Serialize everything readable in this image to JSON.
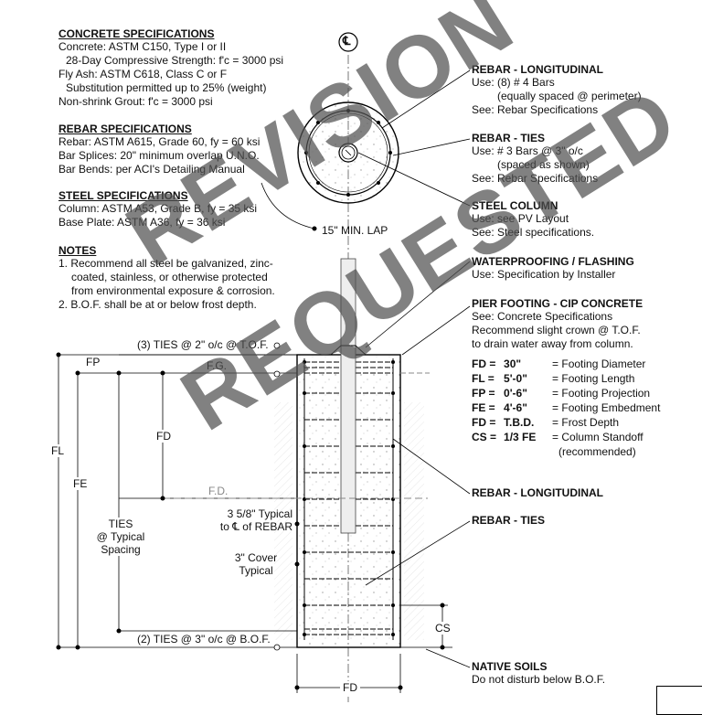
{
  "specs": {
    "concrete": {
      "heading": "CONCRETE SPECIFICATIONS",
      "lines": [
        "Concrete: ASTM C150, Type I or II",
        "28-Day Compressive Strength: f'c = 3000 psi",
        "Fly Ash: ASTM C618, Class C or F",
        "Substitution permitted up to 25% (weight)",
        "Non-shrink Grout: f'c = 3000 psi"
      ]
    },
    "rebar": {
      "heading": "REBAR SPECIFICATIONS",
      "lines": [
        "Rebar: ASTM A615, Grade 60, fy = 60 ksi",
        "Bar Splices: 20\" minimum overlap U.N.O.",
        "Bar Bends: per ACI's Detailing Manual"
      ]
    },
    "steel": {
      "heading": "STEEL SPECIFICATIONS",
      "lines": [
        "Column: ASTM A53, Grade B, fy = 35 ksi",
        "Base Plate: ASTM A36, fy = 36 ksi"
      ]
    },
    "notes": {
      "heading": "NOTES",
      "lines": [
        "1. Recommend all steel be galvanized, zinc-",
        "coated, stainless, or otherwise protected",
        "from environmental exposure & corrosion.",
        "2. B.O.F. shall be at or below frost depth."
      ]
    }
  },
  "callouts": {
    "rebar_long": {
      "title": "REBAR - LONGITUDINAL",
      "l1": "Use: (8) # 4 Bars",
      "l2": "(equally spaced @ perimeter)",
      "l3": "See: Rebar Specifications"
    },
    "rebar_ties": {
      "title": "REBAR - TIES",
      "l1": "Use: # 3 Bars @ 3\" o/c",
      "l2": "(spaced as shown)",
      "l3": "See: Rebar Specifications"
    },
    "steel_col": {
      "title": "STEEL COLUMN",
      "l1": "Use: see PV Layout",
      "l2": "See: Steel specifications."
    },
    "waterproof": {
      "title": "WATERPROOFING / FLASHING",
      "l1": "Use: Specification by Installer"
    },
    "pier": {
      "title": "PIER FOOTING - CIP CONCRETE",
      "l1": "See: Concrete Specifications",
      "l2": "Recommend slight crown @ T.O.F.",
      "l3": "to drain water away from column."
    },
    "rebar_long_2": "REBAR - LONGITUDINAL",
    "rebar_ties_2": "REBAR - TIES",
    "native": {
      "title": "NATIVE SOILS",
      "l1": "Do not disturb below B.O.F."
    }
  },
  "legend": [
    {
      "key": "FD =",
      "val": "30\"",
      "desc": "= Footing Diameter"
    },
    {
      "key": "FL =",
      "val": "5'-0\"",
      "desc": "= Footing Length"
    },
    {
      "key": "FP =",
      "val": "0'-6\"",
      "desc": "= Footing Projection"
    },
    {
      "key": "FE =",
      "val": "4'-6\"",
      "desc": "= Footing Embedment"
    },
    {
      "key": "FD =",
      "val": "T.B.D.",
      "desc": "= Frost Depth"
    },
    {
      "key": "CS =",
      "val": "1/3 FE",
      "desc": "= Column Standoff"
    },
    {
      "key": "",
      "val": "",
      "desc": "(recommended)"
    }
  ],
  "labels": {
    "centerline": "℄",
    "min_lap": "15\" MIN. LAP",
    "ties_top": "(3) TIES @ 2\" o/c @ T.O.F.",
    "ties_bottom": "(2) TIES @ 3\" o/c @ B.O.F.",
    "fg": "F.G.",
    "fd_line": "F.D.",
    "fp": "FP",
    "fl": "FL",
    "fe": "FE",
    "fd_dim": "FD",
    "fd_bottom": "FD",
    "cs": "CS",
    "ties_typ_1": "TIES",
    "ties_typ_2": "@ Typical",
    "ties_typ_3": "Spacing",
    "typ_358_1": "3 5/8\" Typical",
    "typ_358_2": "to ℄ of REBAR",
    "cover_1": "3\" Cover",
    "cover_2": "Typical"
  },
  "watermark": {
    "line1": "REVISION",
    "line2": "REQUESTED"
  }
}
